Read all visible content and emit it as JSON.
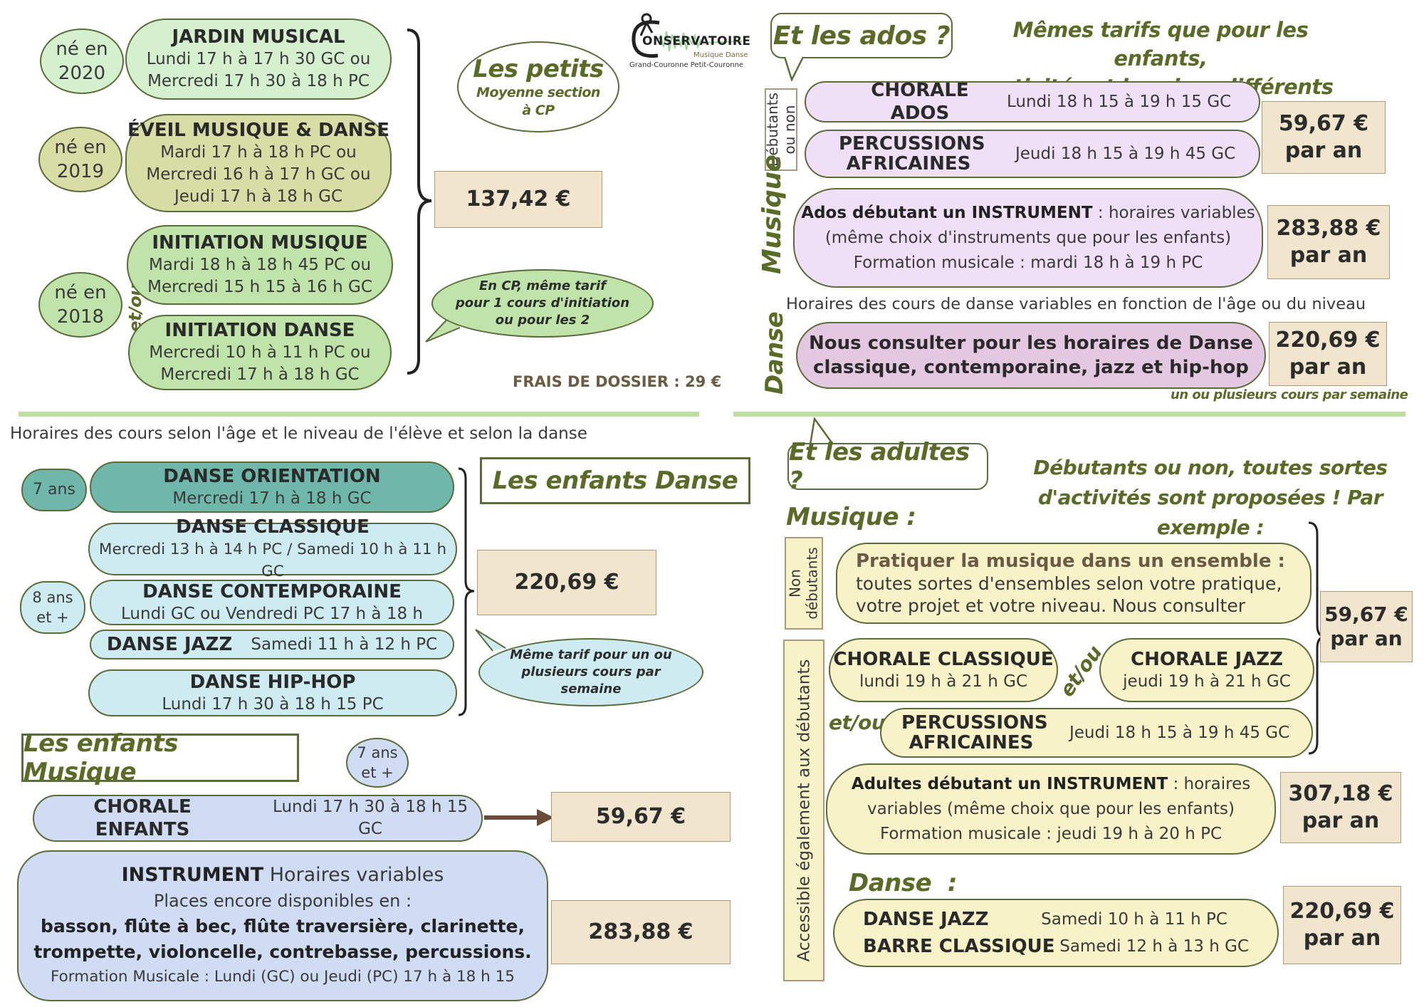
{
  "petits": {
    "title": "Les petits",
    "subtitle1": "Moyenne section",
    "subtitle2": "à CP",
    "ne2020": [
      "né en",
      "2020"
    ],
    "ne2019": [
      "né en",
      "2019"
    ],
    "ne2018": [
      "né en",
      "2018"
    ],
    "etou": "et/ou",
    "jardin": {
      "title": "JARDIN MUSICAL",
      "l1": "Lundi 17 h à 17 h 30 GC ou",
      "l2": "Mercredi 17 h 30 à 18 h PC"
    },
    "eveil": {
      "title": "ÉVEIL MUSIQUE & DANSE",
      "l1": "Mardi 17 h à 18 h PC ou",
      "l2": "Mercredi 16 h à 17 h GC ou",
      "l3": "Jeudi 17 h à 18 h GC"
    },
    "initmus": {
      "title": "INITIATION MUSIQUE",
      "l1": "Mardi 18 h à 18 h 45 PC ou",
      "l2": "Mercredi  15 h 15 à 16 h GC"
    },
    "initdanse": {
      "title": "INITIATION DANSE",
      "l1": "Mercredi 10 h à 11 h PC ou",
      "l2": "Mercredi 17 h à 18 h GC"
    },
    "price": "137,42 €",
    "bubble": [
      "En CP, même tarif",
      "pour 1 cours d'initiation",
      "ou pour les 2"
    ],
    "frais": "FRAIS DE DOSSIER : 29 €"
  },
  "logo": {
    "name": "ONSERVATOIRE",
    "initial": "C",
    "sub": "Musique Danse",
    "sub2": "Grand-Couronne  Petit-Couronne"
  },
  "ados": {
    "title": "Et les ados ?",
    "note1": "Mêmes tarifs que pour les enfants,",
    "note2": "activités et horaires différents",
    "vlabel": [
      "Débutants",
      "ou non"
    ],
    "musique": "Musique",
    "danse": "Danse",
    "chorale": {
      "title": "CHORALE ADOS",
      "time": "Lundi 18 h 15 à 19 h 15 GC"
    },
    "perc": {
      "title1": "PERCUSSIONS",
      "title2": "AFRICAINES",
      "time": "Jeudi 18 h 15 à 19 h 45 GC"
    },
    "price1": [
      "59,67 €",
      "par an"
    ],
    "instr": {
      "bold": "Ados débutant un INSTRUMENT",
      "rest": " : horaires variables",
      "l2": "(même choix d'instruments que pour les enfants)",
      "l3": "Formation musicale : mardi 18 h à 19 h PC"
    },
    "price2": [
      "283,88 €",
      "par an"
    ],
    "dansenote": "Horaires des cours de danse variables en fonction de l'âge ou du niveau",
    "danseBox": [
      "Nous consulter pour les horaires de Danse",
      "classique, contemporaine, jazz et hip-hop"
    ],
    "price3": [
      "220,69 €",
      "par an"
    ],
    "price3note": "un ou plusieurs cours par semaine"
  },
  "enfDanse": {
    "top": "Horaires des cours selon l'âge et le niveau de l'élève  et selon la danse",
    "title": "Les enfants Danse",
    "age7": "7 ans",
    "age8": [
      "8 ans",
      "et +"
    ],
    "orient": {
      "title": "DANSE ORIENTATION",
      "time": "Mercredi 17 h à 18 h GC"
    },
    "classique": {
      "title": "DANSE CLASSIQUE",
      "time": "Mercredi 13 h à 14 h PC / Samedi 10 h à 11 h GC"
    },
    "contemp": {
      "title": "DANSE CONTEMPORAINE",
      "time": "Lundi GC ou Vendredi PC 17 h à 18 h"
    },
    "jazz": {
      "title": "DANSE JAZZ",
      "time": "Samedi 11 h à 12 h PC"
    },
    "hiphop": {
      "title": "DANSE HIP-HOP",
      "time": "Lundi 17 h 30 à 18 h 15 PC"
    },
    "price": "220,69 €",
    "bubble": [
      "Même tarif pour un ou",
      "plusieurs cours par",
      "semaine"
    ]
  },
  "enfMus": {
    "title": "Les enfants Musique",
    "age": [
      "7 ans",
      "et +"
    ],
    "chorale": {
      "title": "CHORALE ENFANTS",
      "time": "Lundi 17 h 30 à 18 h 15 GC"
    },
    "price1": "59,67 €",
    "instr": {
      "bold": "INSTRUMENT",
      "rest": " Horaires variables",
      "l2": "Places encore disponibles en  :",
      "l3": "basson, flûte à bec, flûte traversière, clarinette,",
      "l4": "trompette, violoncelle, contrebasse, percussions.",
      "l5": "Formation Musicale : Lundi (GC) ou Jeudi (PC) 17 h à 18 h 15"
    },
    "price2": "283,88 €"
  },
  "adultes": {
    "title": "Et les adultes ?",
    "note1": "Débutants ou non, toutes sortes",
    "note2": "d'activités sont proposées ! Par exemple :",
    "musique": "Musique :",
    "danse": "Danse  :",
    "vlab1": [
      "Non",
      "débutants"
    ],
    "vlab2": "Accessible également aux débutants",
    "ensemble": {
      "title": "Pratiquer la musique dans un ensemble :",
      "l2": "toutes sortes d'ensembles selon votre pratique,",
      "l3": "votre projet et votre niveau. Nous consulter"
    },
    "choraleC": {
      "title": "CHORALE CLASSIQUE",
      "time": "lundi 19 h à 21 h GC"
    },
    "etou": "et/ou",
    "choraleJ": {
      "title": "CHORALE JAZZ",
      "time": "jeudi 19 h à 21 h GC"
    },
    "etou2": "et/ou",
    "perc": {
      "title1": "PERCUSSIONS",
      "title2": "AFRICAINES",
      "time": "Jeudi 18 h 15 à 19 h 45 GC"
    },
    "price1": [
      "59,67 €",
      "par an"
    ],
    "instr": {
      "bold": "Adultes débutant un INSTRUMENT",
      "rest": " : horaires",
      "l2": "variables (même choix que pour les enfants)",
      "l3": "Formation musicale : jeudi 19 h à 20 h PC"
    },
    "price2": [
      "307,18 €",
      "par an"
    ],
    "danseBox": {
      "t1": "DANSE JAZZ",
      "d1": "Samedi 10 h à 11 h PC",
      "t2": "BARRE CLASSIQUE",
      "d2": "Samedi 12 h à 13 h GC"
    },
    "price3": [
      "220,69 €",
      "par an"
    ]
  }
}
